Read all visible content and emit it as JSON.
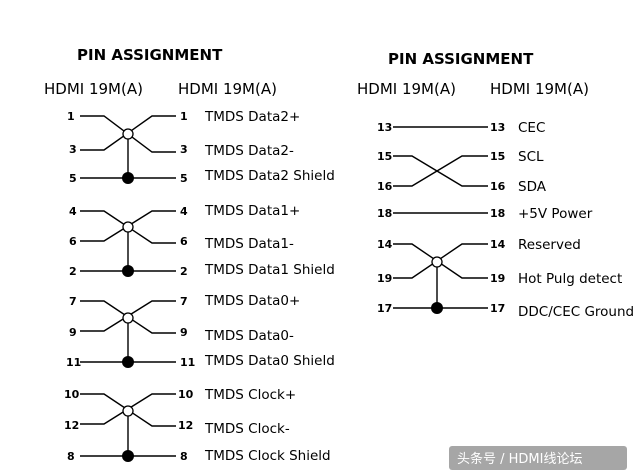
{
  "left_panel": {
    "title": "PIN ASSIGNMENT",
    "connector_left": "HDMI 19M(A)",
    "connector_right": "HDMI 19M(A)",
    "groups": [
      {
        "kind": "twisted_shielded",
        "pins": [
          {
            "left": "1",
            "right": "1",
            "signal": "TMDS Data2+"
          },
          {
            "left": "3",
            "right": "3",
            "signal": "TMDS Data2-"
          },
          {
            "left": "5",
            "right": "5",
            "signal": "TMDS Data2 Shield"
          }
        ]
      },
      {
        "kind": "twisted_shielded",
        "pins": [
          {
            "left": "4",
            "right": "4",
            "signal": "TMDS Data1+"
          },
          {
            "left": "6",
            "right": "6",
            "signal": "TMDS Data1-"
          },
          {
            "left": "2",
            "right": "2",
            "signal": "TMDS Data1 Shield"
          }
        ]
      },
      {
        "kind": "twisted_shielded",
        "pins": [
          {
            "left": "7",
            "right": "7",
            "signal": "TMDS Data0+"
          },
          {
            "left": "9",
            "right": "9",
            "signal": "TMDS Data0-"
          },
          {
            "left": "11",
            "right": "11",
            "signal": "TMDS Data0 Shield"
          }
        ]
      },
      {
        "kind": "twisted_shielded",
        "pins": [
          {
            "left": "10",
            "right": "10",
            "signal": "TMDS Clock+"
          },
          {
            "left": "12",
            "right": "12",
            "signal": "TMDS Clock-"
          },
          {
            "left": "8",
            "right": "8",
            "signal": "TMDS Clock Shield"
          }
        ]
      }
    ]
  },
  "right_panel": {
    "title": "PIN ASSIGNMENT",
    "connector_left": "HDMI 19M(A)",
    "connector_right": "HDMI 19M(A)",
    "groups": [
      {
        "kind": "straight",
        "pins": [
          {
            "left": "13",
            "right": "13",
            "signal": "CEC"
          }
        ]
      },
      {
        "kind": "twisted",
        "pins": [
          {
            "left": "15",
            "right": "15",
            "signal": "SCL"
          },
          {
            "left": "16",
            "right": "16",
            "signal": "SDA"
          }
        ]
      },
      {
        "kind": "straight",
        "pins": [
          {
            "left": "18",
            "right": "18",
            "signal": "+5V Power"
          }
        ]
      },
      {
        "kind": "twisted_shielded",
        "pins": [
          {
            "left": "14",
            "right": "14",
            "signal": "Reserved"
          },
          {
            "left": "19",
            "right": "19",
            "signal": "Hot Pulg detect"
          },
          {
            "left": "17",
            "right": "17",
            "signal": "DDC/CEC Ground"
          }
        ]
      }
    ]
  },
  "watermark": "头条号 / HDMI线论坛"
}
